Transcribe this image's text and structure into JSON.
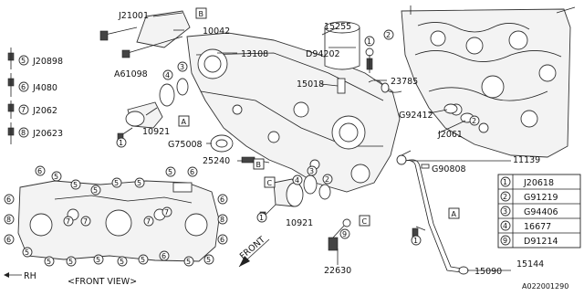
{
  "parts_diagram": {
    "part_numbers": {
      "p21001": "J21001",
      "p10042": "10042",
      "p13108": "13108",
      "p15255": "15255",
      "p94202": "D94202",
      "p15018": "15018",
      "p23785": "23785",
      "p61098": "A61098",
      "p10921a": "10921",
      "p10921b": "10921",
      "p75008": "G75008",
      "p25240": "25240",
      "p92412": "G92412",
      "p2061": "J2061",
      "p11139": "11139",
      "p90808": "G90808",
      "p22630": "22630",
      "p15090": "15090",
      "p15144": "15144"
    },
    "left_bolts": [
      {
        "num": "5",
        "code": "J20898"
      },
      {
        "num": "6",
        "code": "J4080"
      },
      {
        "num": "7",
        "code": "J2062"
      },
      {
        "num": "8",
        "code": "J20623"
      }
    ],
    "ref_letters": {
      "a": "A",
      "b": "B",
      "c": "C"
    },
    "callout_nums": {
      "n1": "1",
      "n2": "2",
      "n3": "3",
      "n4": "4",
      "n5": "5",
      "n6": "6",
      "n7": "7",
      "n8": "8",
      "n9": "9"
    },
    "legend": [
      {
        "num": "1",
        "code": "J20618"
      },
      {
        "num": "2",
        "code": "G91219"
      },
      {
        "num": "3",
        "code": "G94406"
      },
      {
        "num": "4",
        "code": "16677"
      },
      {
        "num": "9",
        "code": "D91214"
      }
    ],
    "front_view_label": "<FRONT VIEW>",
    "rh_label": "RH",
    "front_label": "FRONT",
    "diagram_id": "A022001290"
  }
}
